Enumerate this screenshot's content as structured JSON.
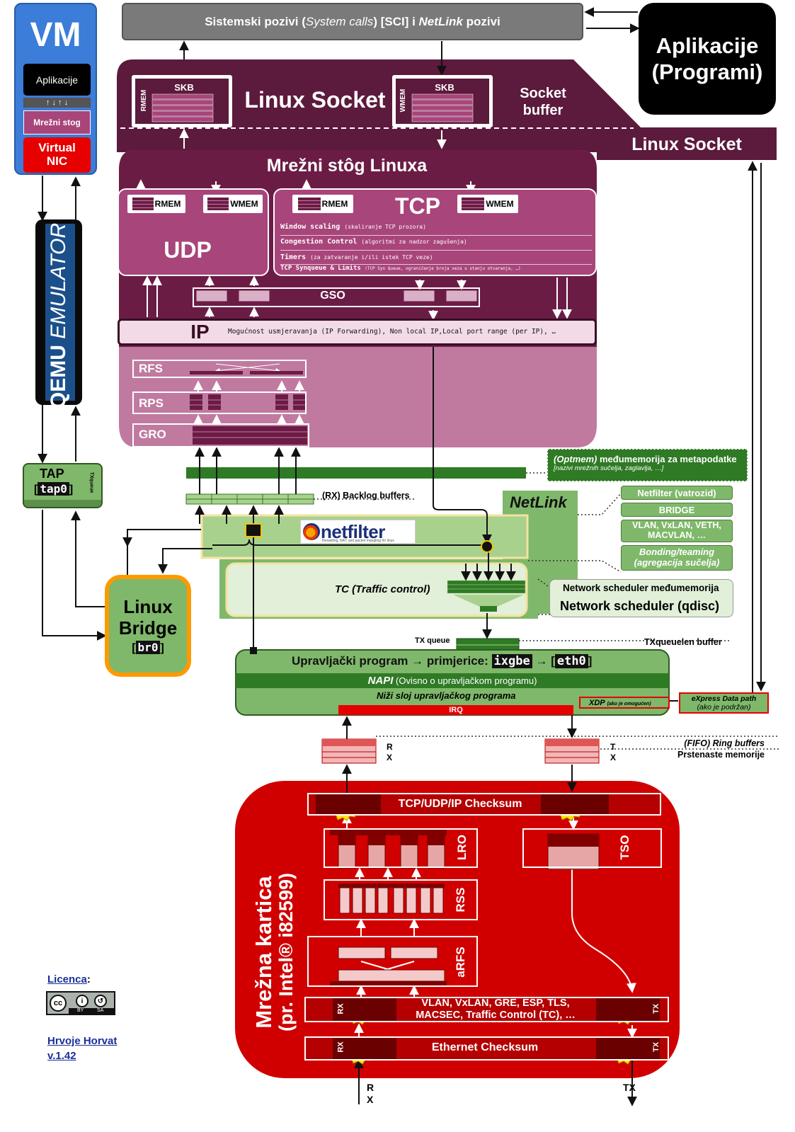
{
  "syscalls": {
    "a": "Sistemski pozivi (",
    "b": "System calls",
    "c": ") [SCI] i ",
    "d": "NetLink",
    "e": " pozivi"
  },
  "apps": {
    "l1": "Aplikacije",
    "l2": "(Programi)"
  },
  "vm": {
    "title": "VM",
    "apps": "Aplikacije",
    "stack": "Mrežni stog",
    "nic1": "Virtual",
    "nic2": "NIC"
  },
  "qemu": {
    "a": "QEMU",
    "b": "EMULATOR"
  },
  "socket": {
    "title": "Linux Socket",
    "skb": "SKB",
    "rmem": "RMEM",
    "wmem": "WMEM",
    "buf1": "Socket",
    "buf2": "buffer",
    "title2": "Linux Socket"
  },
  "stack": {
    "title": "Mrežni stôg Linuxa",
    "udp": "UDP",
    "tcp": "TCP",
    "rmem": "RMEM",
    "wmem": "WMEM",
    "tcp_rows": [
      {
        "k": "Window scaling",
        "v": "(skaliranje TCP prozora)"
      },
      {
        "k": "Congestion Control",
        "v": "(algoritmi za nadzor zagušenja)"
      },
      {
        "k": "Timers",
        "v": "(za zatvaranje i/ili istek TCP veze)"
      },
      {
        "k": "TCP Synqueue & Limits",
        "v": "(TCP Syn Queue, ograničenje broja veza u stanju otvaranja, …)"
      }
    ],
    "gso": "GSO",
    "ip": "IP",
    "ip_desc": "Mogućnost usmjeravanja (IP Forwarding), Non local IP,Local port range (per IP), …",
    "rfs": "RFS",
    "rps": "RPS",
    "gro": "GRO"
  },
  "optmem": {
    "a": "(Optmem)",
    "b": " međumemorija za metapodatke",
    "c": "[nazivi mrežnih sučelja, zaglavlja, …]"
  },
  "backlog": "(RX) Backlog buffers",
  "netlink": {
    "title": "NetLink",
    "items": [
      "Netfilter (vatrozid)",
      "BRIDGE",
      "VLAN, VxLAN, VETH, MACVLAN, …",
      "Bonding/teaming",
      "(agregacija sučelja)"
    ]
  },
  "netfilter": {
    "logo": "netfilter",
    "tag": "firewalling, NAT, and packet mangling for linux"
  },
  "tc": {
    "label": "TC (Traffic control)",
    "sched1": "Network scheduler međumemorija",
    "sched2": "Network scheduler (qdisc)"
  },
  "tap": {
    "title": "TAP",
    "dev": "tap0",
    "txq": "TXqueue"
  },
  "bridge": {
    "l1": "Linux",
    "l2": "Bridge",
    "dev": "br0"
  },
  "txqueue": {
    "label": "TX queue",
    "buf": "TXqueuelen buffer"
  },
  "driver": {
    "l1": "Upravljački program → primjerice:",
    "dev1": "ixgbe",
    "arrow": "→",
    "dev2": "eth0",
    "napi": "NAPI",
    "napi_desc": "(Ovisno o upravljačkom programu)",
    "lower": "Niži sloj upravljačkog programa",
    "xdp": "XDP",
    "xdp_note": "(ako je omogućen)",
    "irq": "IRQ",
    "express1": "eXpress Data path",
    "express2": "(ako je podržan)"
  },
  "ring": {
    "rx1": "R",
    "rx2": "X",
    "tx1": "T",
    "tx2": "X",
    "l1": "(FIFO) Ring buffers",
    "l2": "Prstenaste memorije"
  },
  "nic": {
    "title1": "Mrežna kartica",
    "title2": "(pr.  Intel® i82599)",
    "checksum": "TCP/UDP/IP Checksum",
    "lro": "LRO",
    "tso": "TSO",
    "rss": "RSS",
    "arfs": "aRFS",
    "vlan1": "VLAN, VxLAN, GRE, ESP, TLS,",
    "vlan2": "MACSEC, Traffic Control (TC), …",
    "eth": "Ethernet Checksum",
    "rx": "RX",
    "tx": "TX"
  },
  "bottom": {
    "rx1": "R",
    "rx2": "X",
    "tx": "TX"
  },
  "licence": {
    "label": "Licenca",
    "colon": ":",
    "cc": "cc",
    "by": "BY",
    "sa": "SA",
    "author": "Hrvoje Horvat",
    "version": "v.1.42"
  },
  "colors": {
    "maroon": "#6b1c45",
    "socket": "#5c1a3c",
    "stack": "#8a2d5d",
    "pink": "#c07aa0",
    "green": "#7fb86a",
    "dkgreen": "#2f7a25",
    "nic": "#d10000",
    "orange": "#ff9900"
  }
}
